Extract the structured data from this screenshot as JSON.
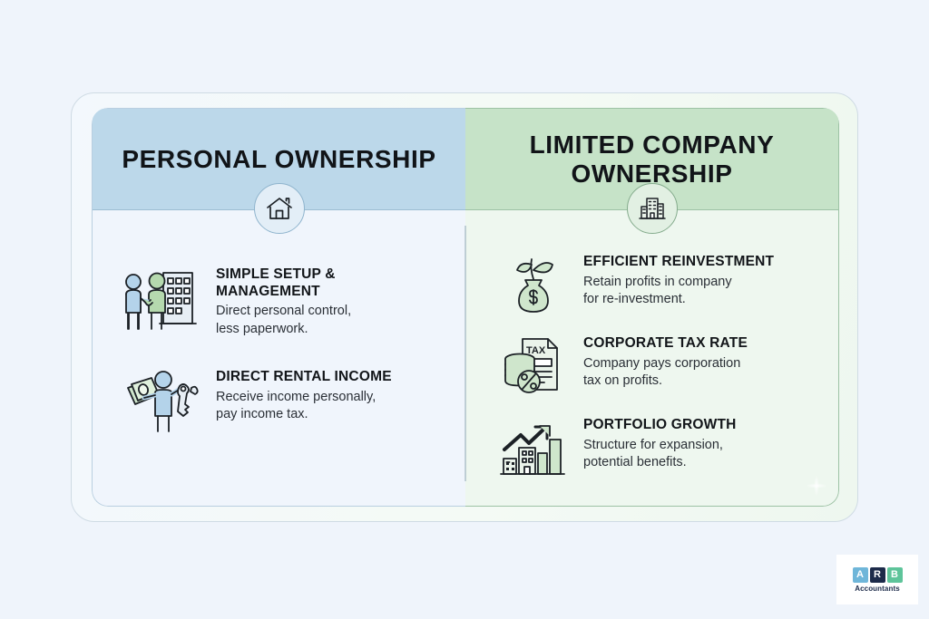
{
  "background_color": "#eff4fb",
  "comparison": {
    "left": {
      "title": "PERSONAL OWNERSHIP",
      "header_color": "#bcd8ea",
      "body_color": "#f0f5fc",
      "badge_icon": "house-icon",
      "items": [
        {
          "icon": "handshake-building-icon",
          "title": "SIMPLE SETUP & MANAGEMENT",
          "desc": "Direct personal control,\nless paperwork."
        },
        {
          "icon": "person-money-keys-icon",
          "title": "DIRECT RENTAL INCOME",
          "desc": "Receive income personally,\npay income tax."
        }
      ]
    },
    "right": {
      "title": "LIMITED COMPANY OWNERSHIP",
      "header_color": "#c6e3c8",
      "body_color": "#eef7ef",
      "badge_icon": "office-building-icon",
      "items": [
        {
          "icon": "money-bag-plant-icon",
          "title": "EFFICIENT REINVESTMENT",
          "desc": "Retain profits in company\nfor re-investment."
        },
        {
          "icon": "tax-document-coins-icon",
          "title": "CORPORATE TAX RATE",
          "desc": "Company pays corporation\ntax on profits."
        },
        {
          "icon": "growth-chart-buildings-icon",
          "title": "PORTFOLIO GROWTH",
          "desc": "Structure for expansion,\npotential benefits."
        }
      ]
    }
  },
  "logo": {
    "letters": [
      "A",
      "R",
      "B"
    ],
    "word": "Accountants",
    "color_a": "#6fb6d9",
    "color_r": "#1d2b4a",
    "color_b": "#5ec49a"
  }
}
